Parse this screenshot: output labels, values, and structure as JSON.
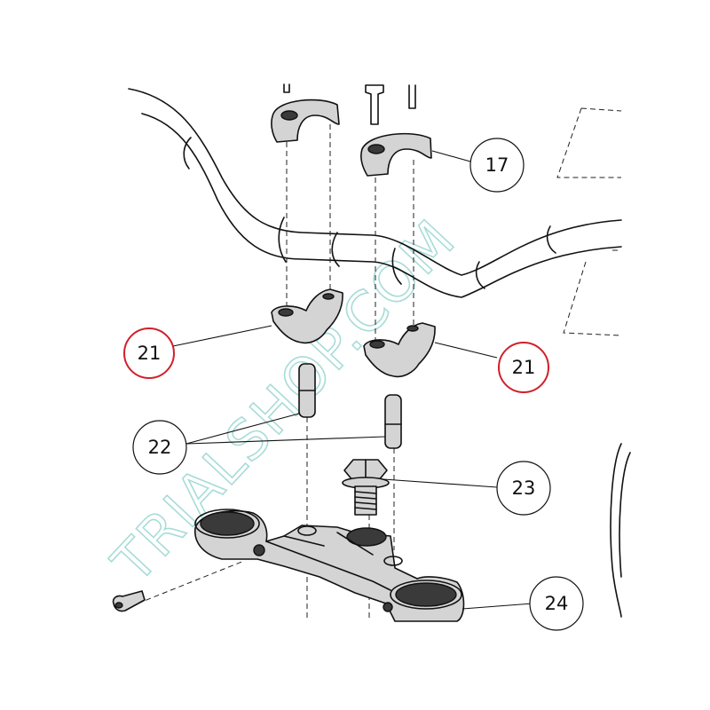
{
  "callouts": [
    {
      "id": "17",
      "label": "17",
      "highlighted": false
    },
    {
      "id": "21a",
      "label": "21",
      "highlighted": true
    },
    {
      "id": "21b",
      "label": "21",
      "highlighted": true
    },
    {
      "id": "22",
      "label": "22",
      "highlighted": false
    },
    {
      "id": "23",
      "label": "23",
      "highlighted": false
    },
    {
      "id": "24",
      "label": "24",
      "highlighted": false
    }
  ],
  "watermark": {
    "text": "TRIALSHOP.COM",
    "color": "#a8dcd8"
  },
  "colors": {
    "highlight_ring": "#d0202a",
    "line": "#111111",
    "part_fill": "#d4d4d4"
  }
}
